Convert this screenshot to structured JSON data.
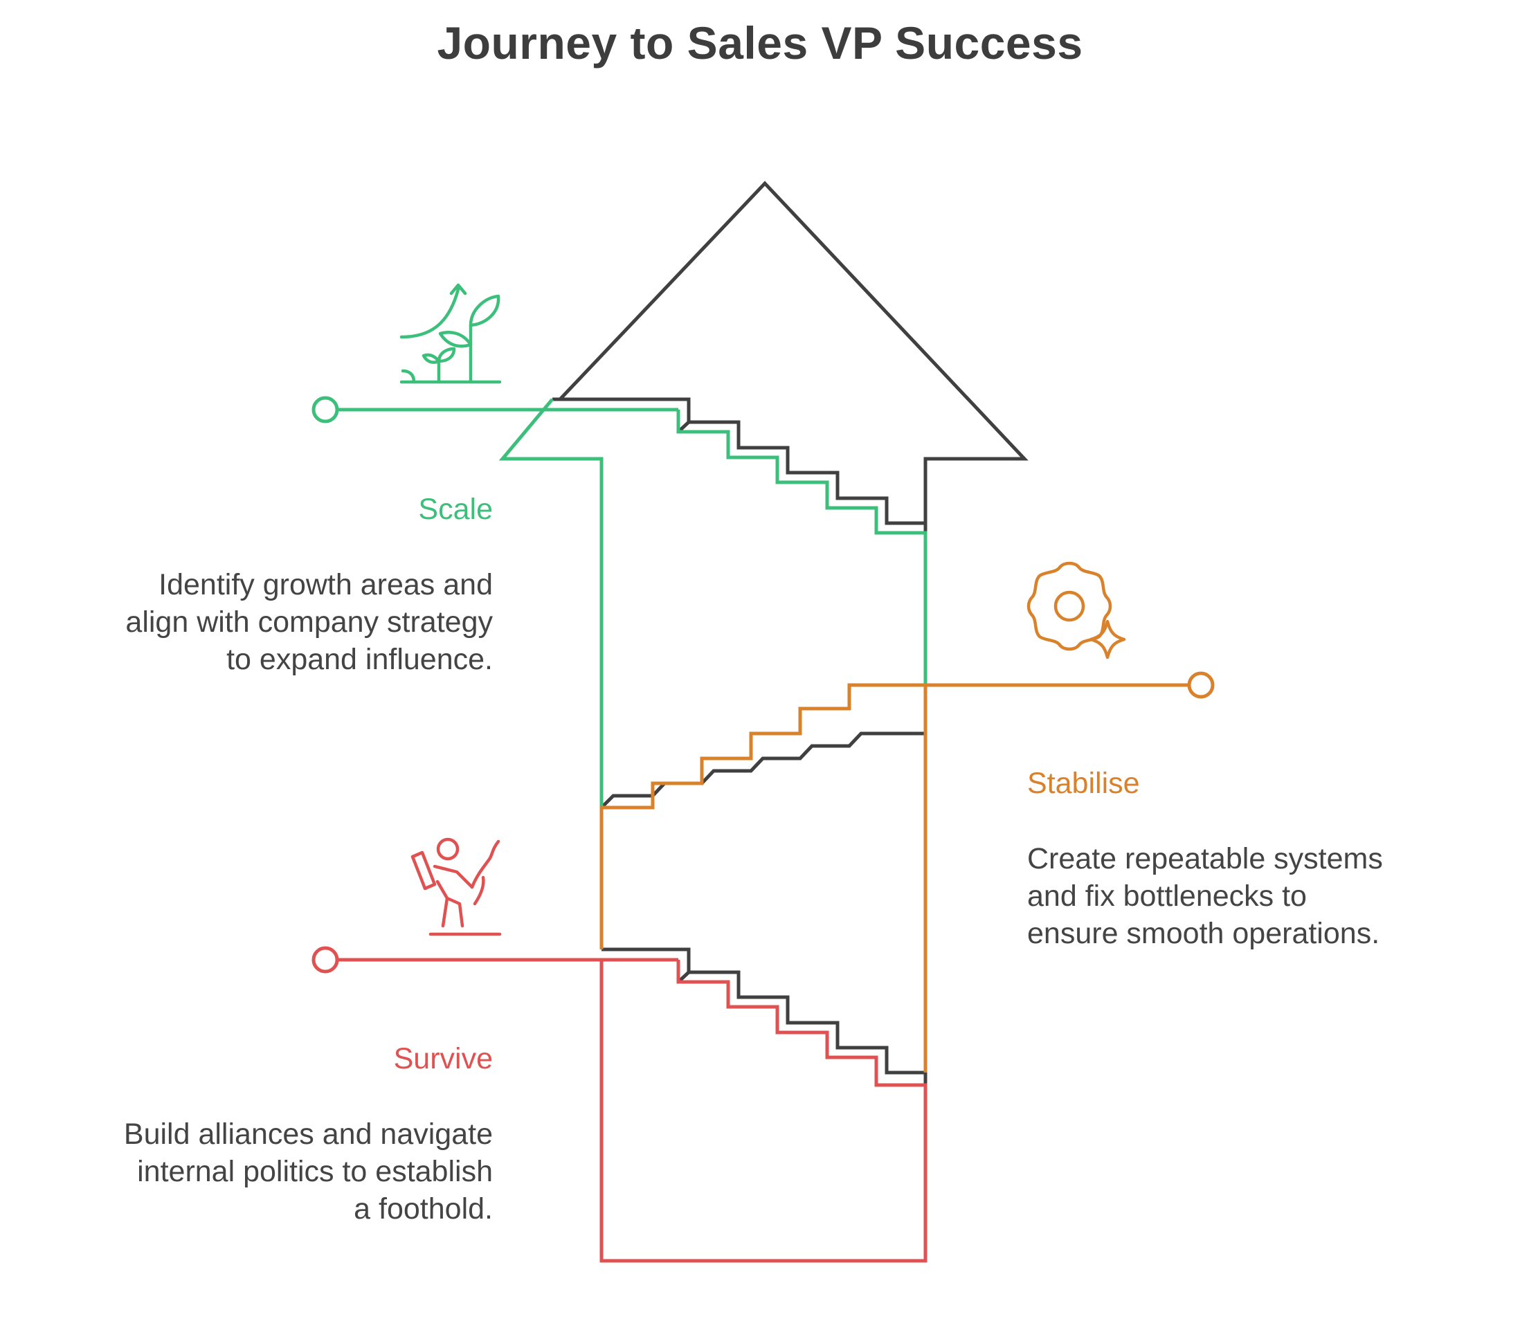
{
  "title": "Journey to Sales VP Success",
  "colors": {
    "outline": "#404040",
    "scale": "#3dbf7c",
    "stabilise": "#d9822b",
    "survive": "#e05252",
    "text": "#444444"
  },
  "stages": {
    "scale": {
      "title": "Scale",
      "desc1": "Identify growth areas and",
      "desc2": "align with company strategy",
      "desc3": "to expand influence.",
      "icon": "growing-plant-icon"
    },
    "stabilise": {
      "title": "Stabilise",
      "desc1": "Create repeatable systems",
      "desc2": "and fix bottlenecks to",
      "desc3": "ensure smooth operations.",
      "icon": "gear-sparkle-icon"
    },
    "survive": {
      "title": "Survive",
      "desc1": "Build alliances and navigate",
      "desc2": "internal politics to establish",
      "desc3": "a foothold.",
      "icon": "climber-icon"
    }
  }
}
